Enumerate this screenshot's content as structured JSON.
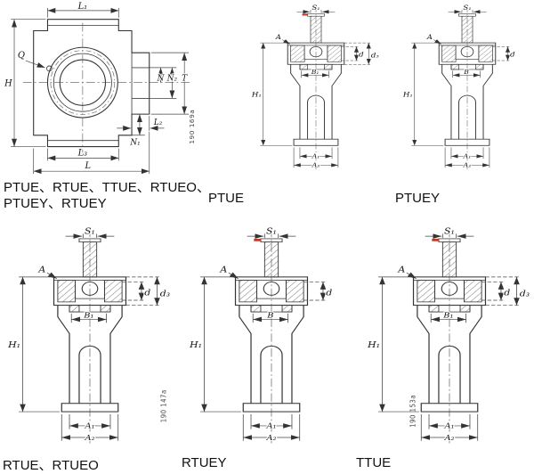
{
  "captions": {
    "group_all_line1": "PTUE、RTUE、TTUE、RTUEO、",
    "group_all_line2": "PTUEY、RTUEY",
    "ptue": "PTUE",
    "ptuey": "PTUEY",
    "rtue_rtueo": "RTUE、RTUEO",
    "rtuey": "RTUEY",
    "ttue": "TTUE"
  },
  "front": {
    "L1": "L₁",
    "Q": "Q",
    "H": "H",
    "N": "N",
    "N2": "N₂",
    "T": "T",
    "L2": "L₂",
    "N1": "N₁",
    "L3": "L₃",
    "L": "L"
  },
  "dims": {
    "S1": "S₁",
    "A": "A",
    "B": "B",
    "B1": "B₁",
    "H1": "H₁",
    "d": "d",
    "d3": "d₃",
    "A1": "A₁",
    "A2": "A₂"
  },
  "refs": {
    "front": "190 169a",
    "rtue": "190 147a",
    "ttue": "190 153a"
  }
}
